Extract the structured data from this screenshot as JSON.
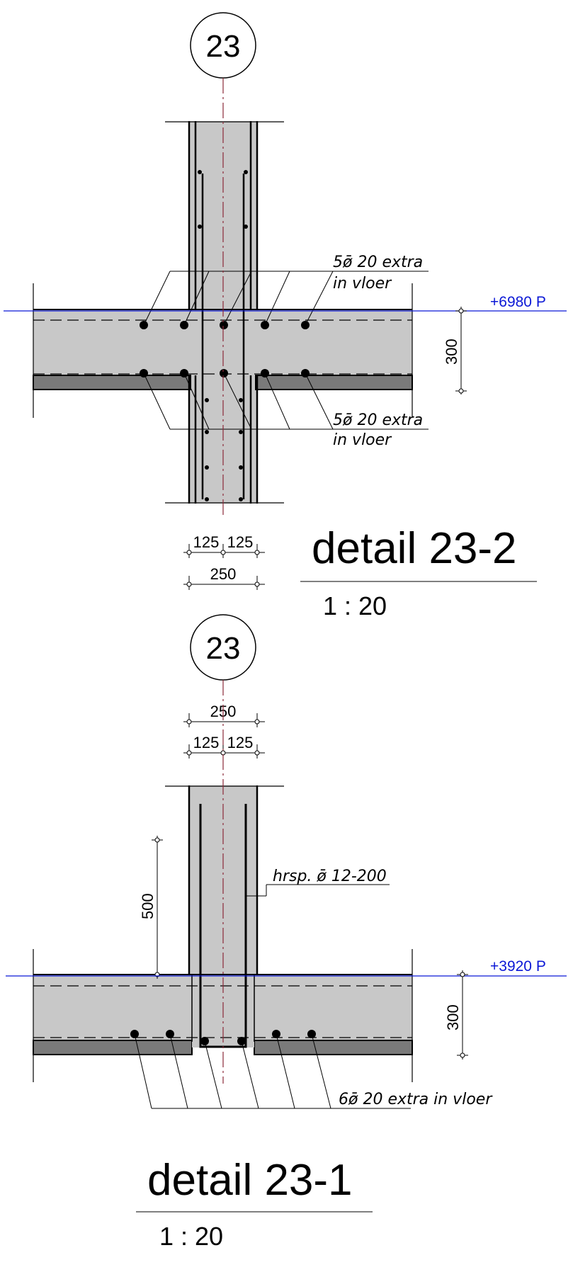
{
  "detail_top": {
    "bubble": "23",
    "note_top_line1": "5ø̄ 20 extra",
    "note_top_line2": "in vloer",
    "note_bottom_line1": "5ø̄ 20 extra",
    "note_bottom_line2": "in vloer",
    "level": "+6980 P",
    "dim_vertical": "300",
    "dim_half_left": "125",
    "dim_half_right": "125",
    "dim_total": "250",
    "title": "detail 23-2",
    "scale": "1 : 20"
  },
  "detail_bottom": {
    "bubble": "23",
    "dim_total": "250",
    "dim_half_left": "125",
    "dim_half_right": "125",
    "dim_height": "500",
    "note_stirrup": "hrsp. ø̄ 12-200",
    "level": "+3920 P",
    "dim_vertical": "300",
    "note_bars": "6ø̄ 20 extra in vloer",
    "title": "detail 23-1",
    "scale": "1 : 20"
  },
  "colors": {
    "concrete": "#c8c8c8",
    "slab_band": "#7a7a7a",
    "level_line": "#0b18d6",
    "axis_line": "#8b2a3a"
  }
}
